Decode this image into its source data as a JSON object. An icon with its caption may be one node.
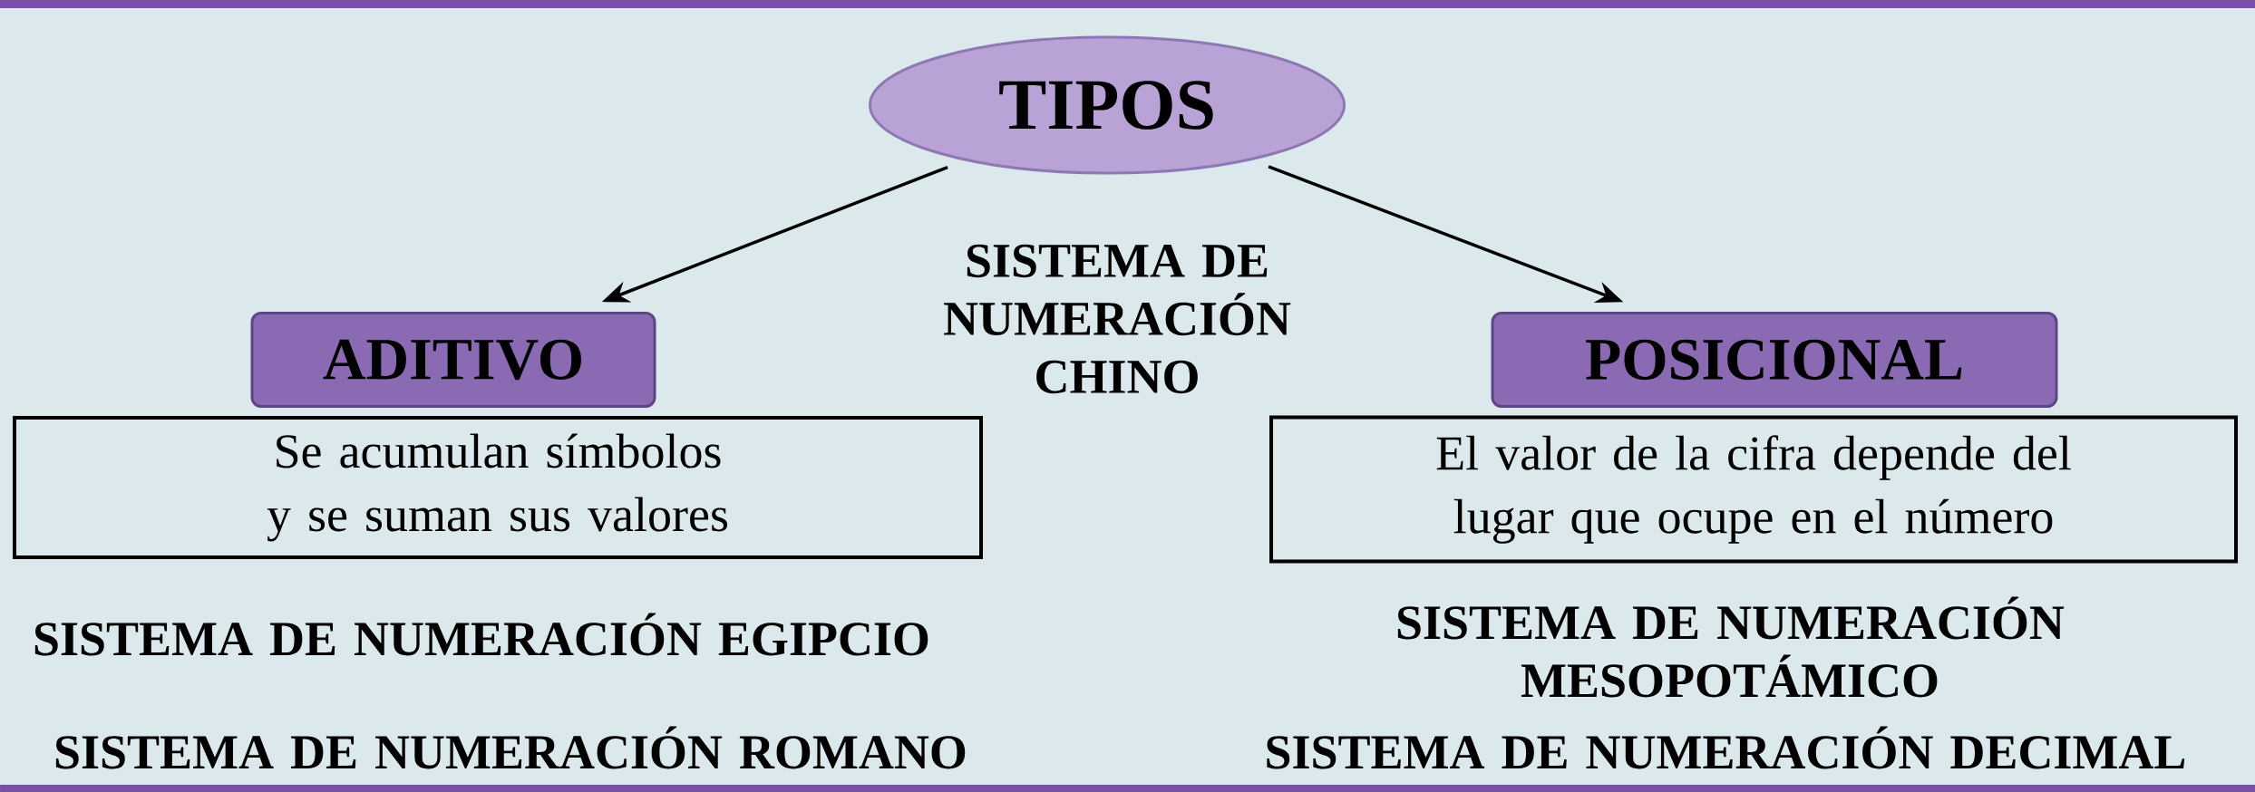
{
  "diagram": {
    "nodes": [
      {
        "text": [
          "TIPOS"
        ]
      },
      {
        "text": [
          "ADITIVO"
        ]
      },
      {
        "text": [
          "Se acumulan símbolos y se suman sus valores"
        ]
      },
      {
        "text": [
          "POSICIONAL"
        ]
      },
      {
        "text": [
          "El valor de la cifra depende del lugar que ocupe en el número"
        ]
      }
    ],
    "edges": [
      {
        "from": 0,
        "to": 1,
        "arrow": "to"
      },
      {
        "from": 0,
        "to": 3,
        "arrow": "to"
      }
    ],
    "labels": [
      "SISTEMA DE NUMERACIÓN CHINO",
      "SISTEMA DE NUMERACIÓN EGIPCIO",
      "SISTEMA DE NUMERACIÓN ROMANO",
      "SISTEMA DE NUMERACIÓN MESOPOTÁMICO",
      "SISTEMA DE NUMERACIÓN DECIMAL"
    ]
  }
}
